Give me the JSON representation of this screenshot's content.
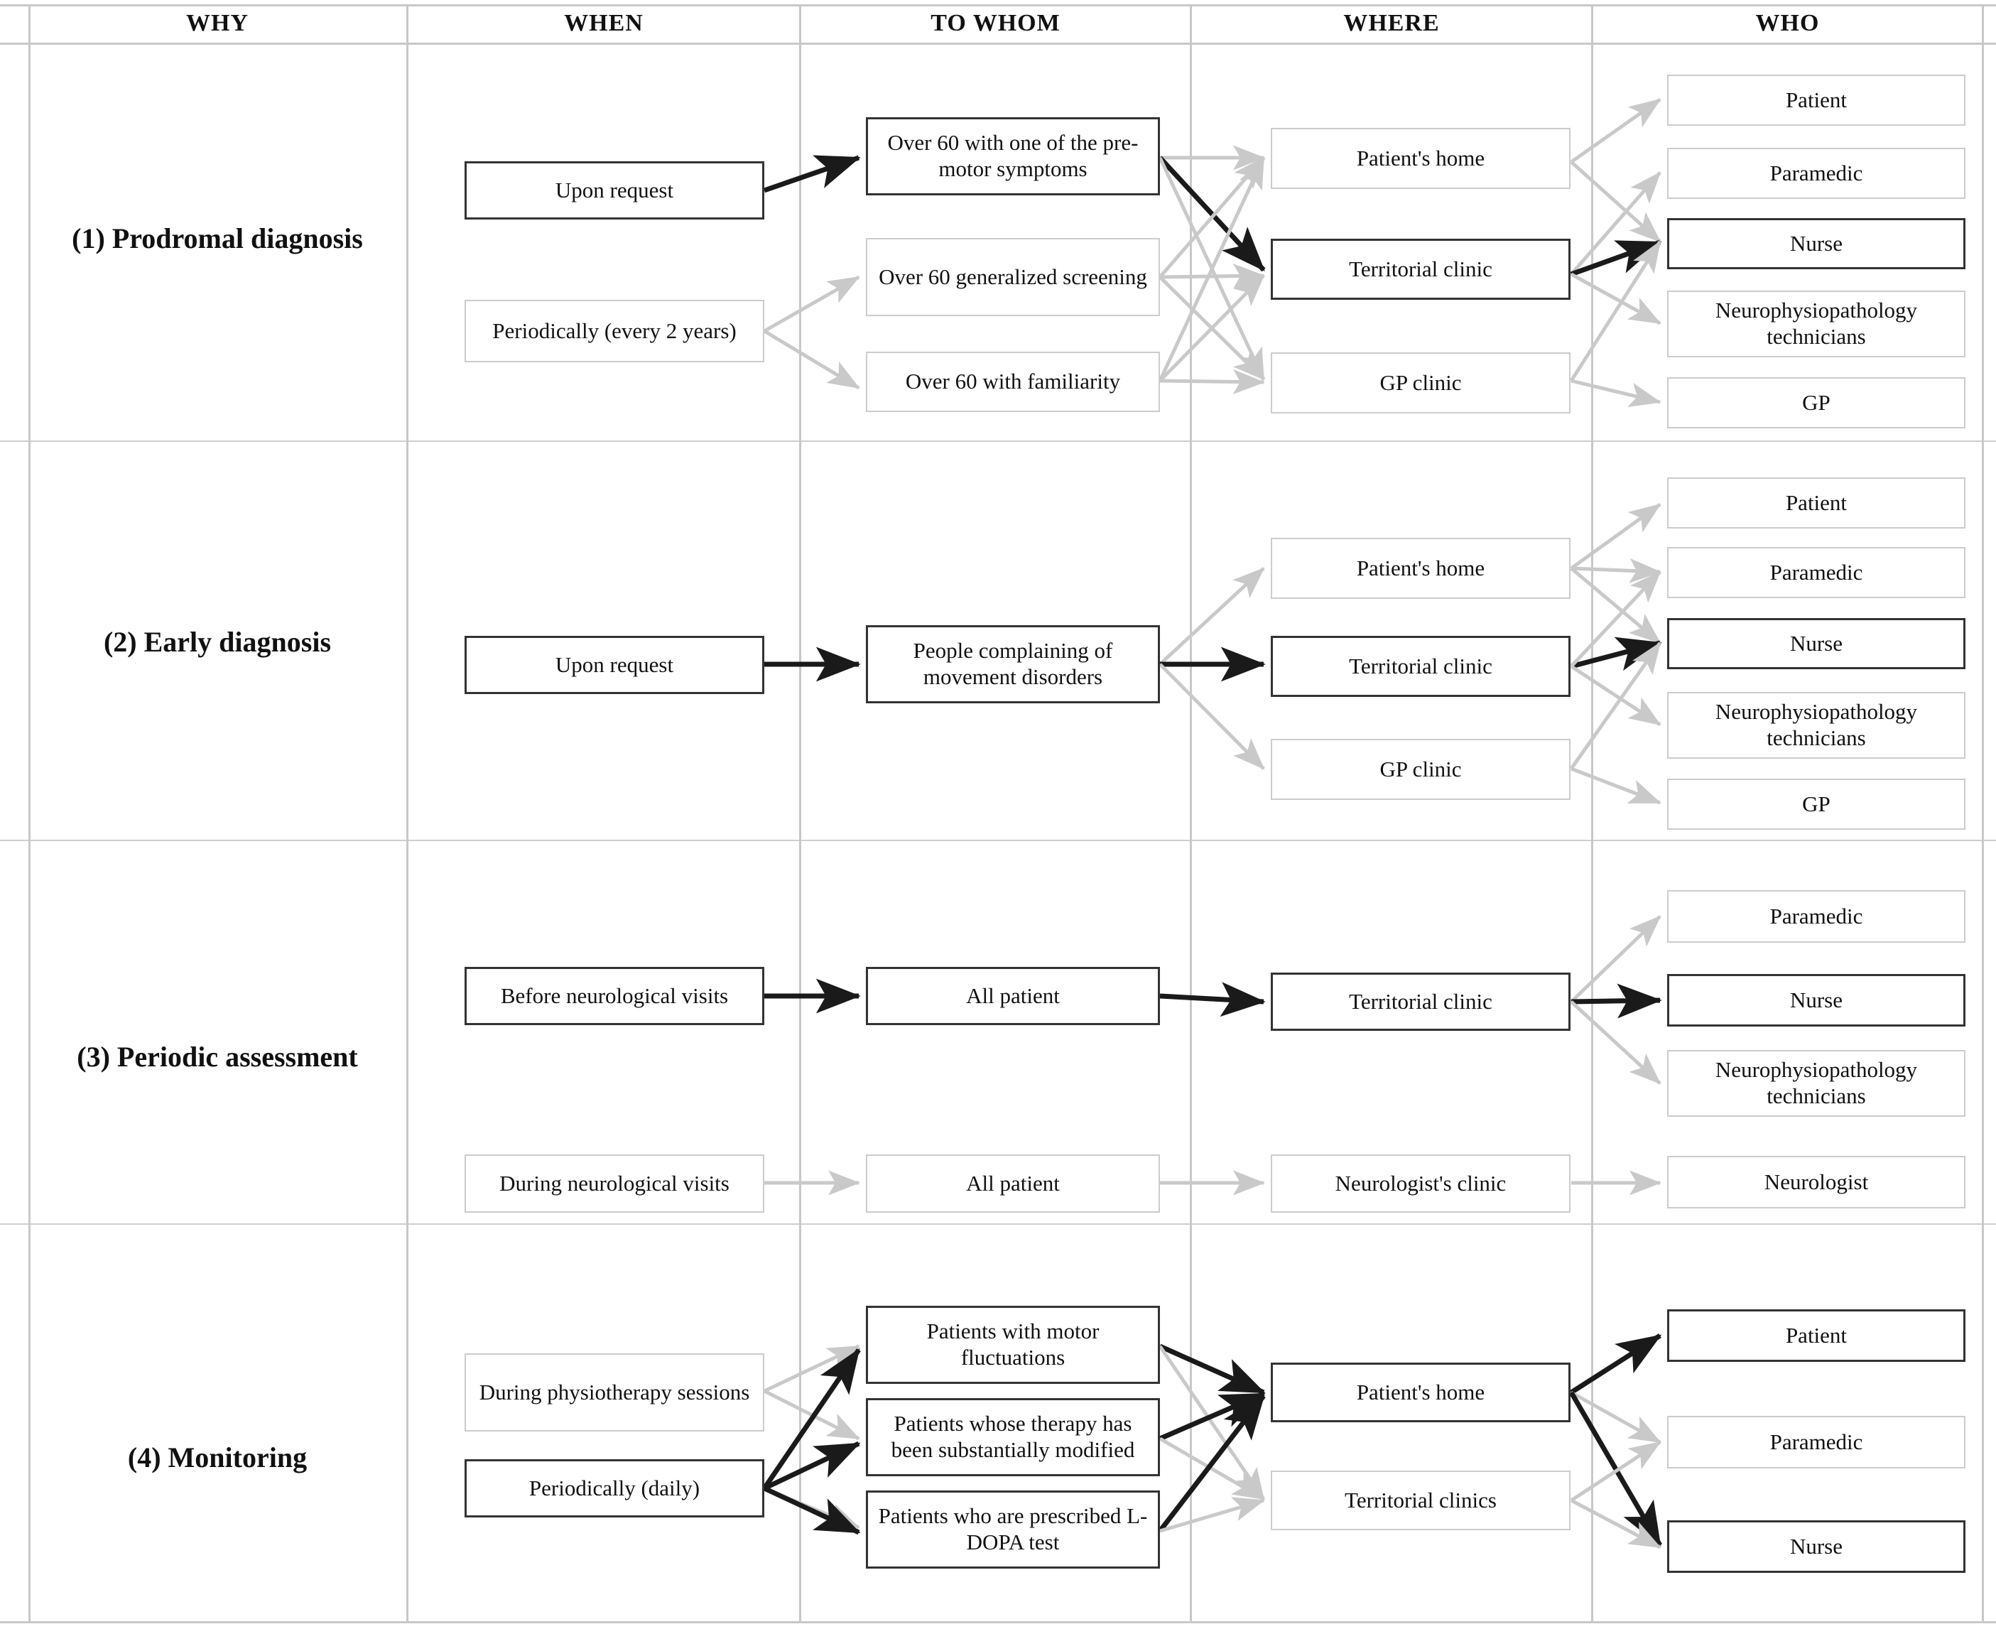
{
  "columns": [
    {
      "key": "why",
      "label": "WHY"
    },
    {
      "key": "when",
      "label": "WHEN"
    },
    {
      "key": "to_whom",
      "label": "TO WHOM"
    },
    {
      "key": "where",
      "label": "WHERE"
    },
    {
      "key": "who",
      "label": "WHO"
    }
  ],
  "colors": {
    "emphasis_border": "#333333",
    "muted_border": "#cccccc",
    "emphasis_arrow": "#1a1a1a",
    "muted_arrow": "#c9c9c9",
    "grid": "#c8c8c8"
  },
  "rows": [
    {
      "id": "row-1",
      "label": "(1) Prodromal diagnosis",
      "when": [
        {
          "text": "Upon request",
          "emphasis": true
        },
        {
          "text": "Periodically (every 2 years)",
          "emphasis": false
        }
      ],
      "to_whom": [
        {
          "text": "Over 60 with one of the pre-motor symptoms",
          "emphasis": true
        },
        {
          "text": "Over 60 generalized screening",
          "emphasis": false
        },
        {
          "text": "Over 60 with familiarity",
          "emphasis": false
        }
      ],
      "where": [
        {
          "text": "Patient's home",
          "emphasis": false
        },
        {
          "text": "Territorial clinic",
          "emphasis": true
        },
        {
          "text": "GP clinic",
          "emphasis": false
        }
      ],
      "who": [
        {
          "text": "Patient",
          "emphasis": false
        },
        {
          "text": "Paramedic",
          "emphasis": false
        },
        {
          "text": "Nurse",
          "emphasis": true
        },
        {
          "text": "Neurophysiopathology technicians",
          "emphasis": false
        },
        {
          "text": "GP",
          "emphasis": false
        }
      ]
    },
    {
      "id": "row-2",
      "label": "(2) Early diagnosis",
      "when": [
        {
          "text": "Upon request",
          "emphasis": true
        }
      ],
      "to_whom": [
        {
          "text": "People complaining of movement disorders",
          "emphasis": true
        }
      ],
      "where": [
        {
          "text": "Patient's home",
          "emphasis": false
        },
        {
          "text": "Territorial clinic",
          "emphasis": true
        },
        {
          "text": "GP clinic",
          "emphasis": false
        }
      ],
      "who": [
        {
          "text": "Patient",
          "emphasis": false
        },
        {
          "text": "Paramedic",
          "emphasis": false
        },
        {
          "text": "Nurse",
          "emphasis": true
        },
        {
          "text": "Neurophysiopathology technicians",
          "emphasis": false
        },
        {
          "text": "GP",
          "emphasis": false
        }
      ]
    },
    {
      "id": "row-3",
      "label": "(3) Periodic assessment",
      "when": [
        {
          "text": "Before neurological visits",
          "emphasis": true
        },
        {
          "text": "During neurological visits",
          "emphasis": false
        }
      ],
      "to_whom": [
        {
          "text": "All patient",
          "emphasis": true
        },
        {
          "text": "All patient",
          "emphasis": false
        }
      ],
      "where": [
        {
          "text": "Territorial clinic",
          "emphasis": true
        },
        {
          "text": "Neurologist's clinic",
          "emphasis": false
        }
      ],
      "who": [
        {
          "text": "Paramedic",
          "emphasis": false
        },
        {
          "text": "Nurse",
          "emphasis": true
        },
        {
          "text": "Neurophysiopathology technicians",
          "emphasis": false
        },
        {
          "text": "Neurologist",
          "emphasis": false
        }
      ]
    },
    {
      "id": "row-4",
      "label": "(4) Monitoring",
      "when": [
        {
          "text": "During physiotherapy sessions",
          "emphasis": false
        },
        {
          "text": "Periodically (daily)",
          "emphasis": true
        }
      ],
      "to_whom": [
        {
          "text": "Patients with motor fluctuations",
          "emphasis": true
        },
        {
          "text": "Patients whose therapy has been substantially modified",
          "emphasis": true
        },
        {
          "text": "Patients who are prescribed L-DOPA test",
          "emphasis": true
        }
      ],
      "where": [
        {
          "text": "Patient's home",
          "emphasis": true
        },
        {
          "text": "Territorial clinics",
          "emphasis": false
        }
      ],
      "who": [
        {
          "text": "Patient",
          "emphasis": true
        },
        {
          "text": "Paramedic",
          "emphasis": false
        },
        {
          "text": "Nurse",
          "emphasis": true
        }
      ]
    }
  ]
}
